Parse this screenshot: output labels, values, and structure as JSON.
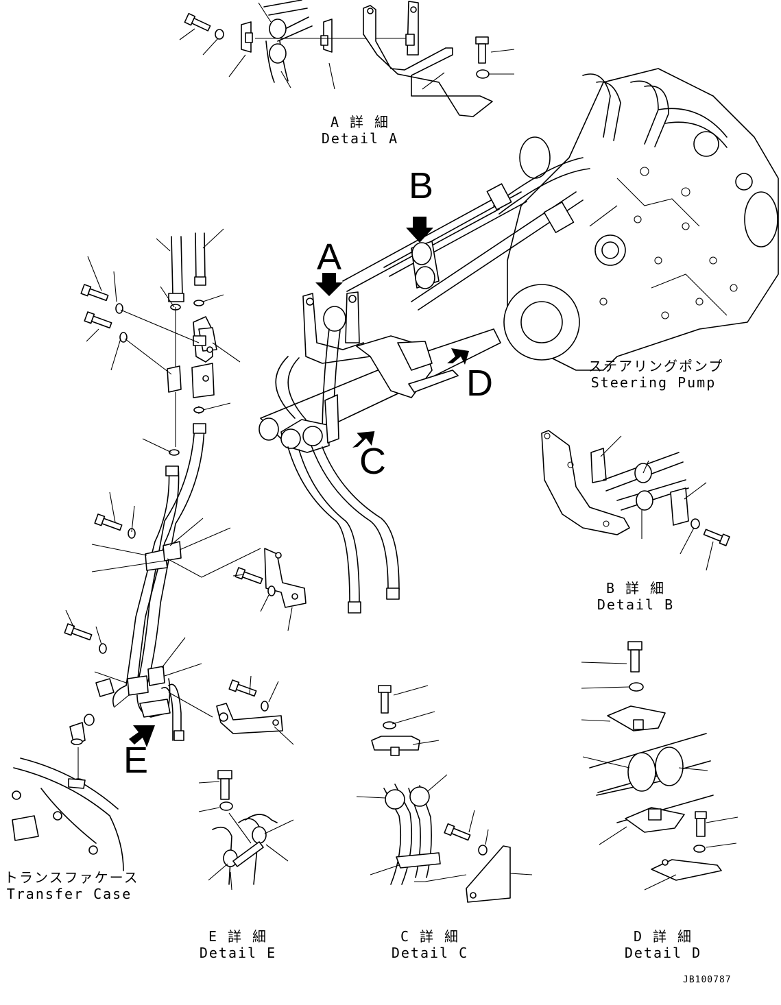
{
  "details": {
    "a": {
      "jp": "A 詳 細",
      "en": "Detail A"
    },
    "b": {
      "jp": "B 詳 細",
      "en": "Detail B"
    },
    "c": {
      "jp": "C 詳 細",
      "en": "Detail C"
    },
    "d": {
      "jp": "D 詳 細",
      "en": "Detail D"
    },
    "e": {
      "jp": "E 詳 細",
      "en": "Detail E"
    }
  },
  "components": {
    "steering_pump": {
      "jp": "ステアリングポンプ",
      "en": "Steering Pump"
    },
    "transfer_case": {
      "jp": "トランスファケース",
      "en": "Transfer Case"
    }
  },
  "view_markers": [
    "A",
    "B",
    "C",
    "D",
    "E"
  ],
  "drawing_number": "JB100787"
}
